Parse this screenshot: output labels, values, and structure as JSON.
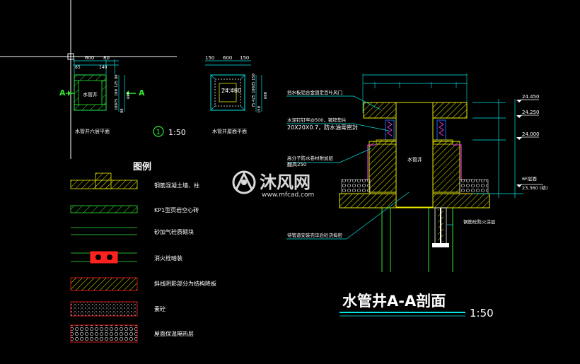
{
  "watermark": {
    "brand": "沐风网",
    "url": "www.mfcad.com"
  },
  "plans": {
    "plan1_caption": "水管井六层平面",
    "plan2_caption": "水管井屋面平面",
    "plan1_label": "水管井",
    "plan2_elev": "24.460",
    "section_mark_left": "A",
    "section_mark_right": "A",
    "scale_number": "1",
    "scale_text": "1:50",
    "dims_top_p1": [
      "600",
      "80",
      "85",
      "140"
    ],
    "dims_top_p2": [
      "150",
      "600",
      "150"
    ],
    "dims_right_p1": [
      "80",
      "125",
      "100",
      "600",
      "75",
      "100",
      "80"
    ],
    "dims_right_p2": [
      "150",
      "25",
      "100",
      "425",
      "600",
      "75",
      "150"
    ]
  },
  "legend": {
    "title": "图例",
    "items": [
      "钢筋混凝土墙、柱",
      "KP1型页岩空心砖",
      "砂加气砼质砌块",
      "消火栓暗装",
      "斜线阴影部分为结构降板",
      "素砼",
      "屋面保温隔热层"
    ]
  },
  "section": {
    "title": "水管井A-A剖面",
    "scale": "1:50",
    "center_label": "水管井",
    "notes": [
      "挡水板铝合金固定百叶风门",
      "水泥钉钉牢@500，镀锌垫片",
      "20X20X0.7，防水油膏密封",
      "高分子防水卷材附加层",
      "翻高250",
      "待管道安装完毕后砼浇捣密",
      "钢筋砼防火涂层"
    ],
    "elevations": [
      "24.450",
      "24.250",
      "24.000",
      "6F层面",
      "23.360 (结)"
    ]
  },
  "colors": {
    "background": "#000000",
    "cyan": "#00e5e5",
    "green": "#2ee82e",
    "yellow": "#e8e800",
    "red": "#ff2020",
    "magenta": "#ff40ff",
    "white": "#ffffff"
  }
}
